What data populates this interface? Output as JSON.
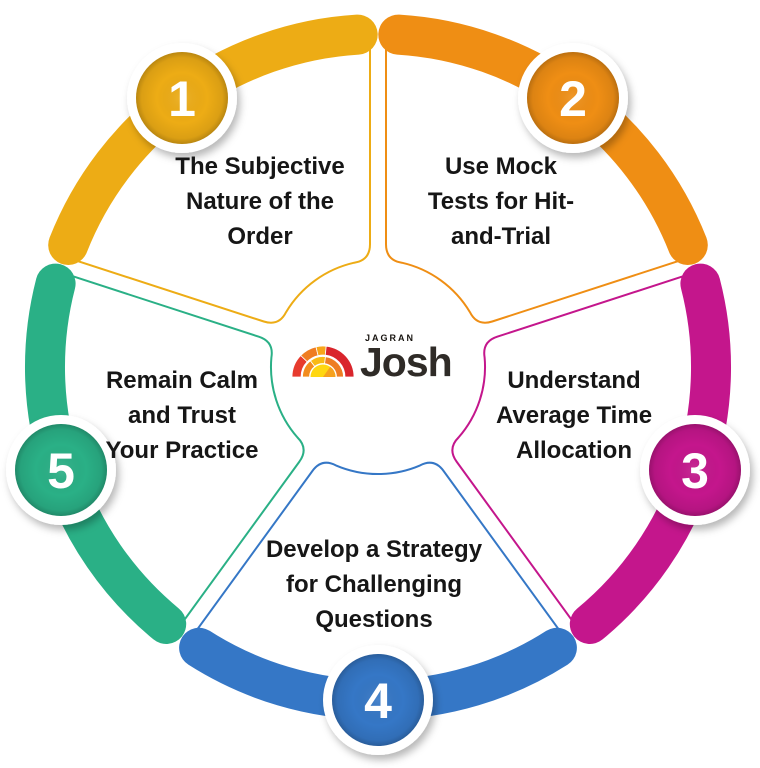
{
  "segments": [
    {
      "number": "1",
      "label": "The Subjective\nNature of the\nOrder",
      "color": "#EDAC15"
    },
    {
      "number": "2",
      "label": "Use Mock\nTests for Hit-\nand-Trial",
      "color": "#EF8E14"
    },
    {
      "number": "3",
      "label": "Understand\nAverage Time\nAllocation",
      "color": "#C4168C"
    },
    {
      "number": "4",
      "label": "Develop a Strategy\nfor Challenging\nQuestions",
      "color": "#3577C6"
    },
    {
      "number": "5",
      "label": "Remain Calm\nand Trust\nYour Practice",
      "color": "#2AB086"
    }
  ],
  "logo": {
    "top_text": "JAGRAN",
    "main_text": "Josh",
    "text_color": "#2F2B27",
    "sun": {
      "outer": [
        [
          "#E73B2E",
          180,
          224
        ],
        [
          "#EF7D22",
          224,
          257
        ],
        [
          "#F8A519",
          257,
          276
        ],
        [
          "#D9252C",
          276,
          360
        ]
      ],
      "middle": [
        [
          "#F28C1E",
          180,
          232
        ],
        [
          "#F9BA14",
          232,
          277
        ],
        [
          "#EE7D23",
          277,
          360
        ]
      ],
      "inner_color": "#FFD711",
      "inner_accent": [
        "#F6A11E",
        305,
        360
      ]
    }
  }
}
